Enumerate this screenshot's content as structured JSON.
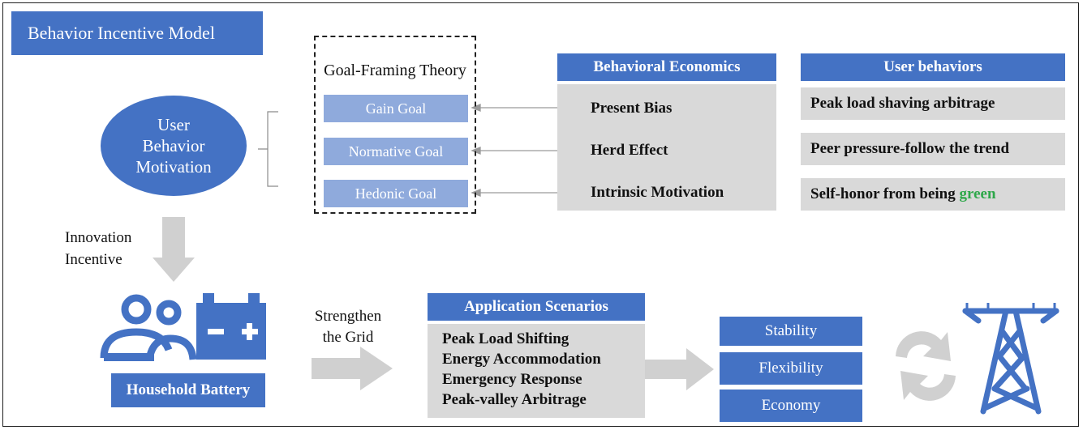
{
  "title": "Behavior Incentive Model",
  "goal_framing": {
    "title": "Goal-Framing Theory",
    "goals": [
      "Gain Goal",
      "Normative Goal",
      "Hedonic Goal"
    ]
  },
  "motivation": {
    "text": "User Behavior Motivation"
  },
  "behavioral_economics": {
    "header": "Behavioral Economics",
    "items": [
      "Present Bias",
      "Herd Effect",
      "Intrinsic Motivation"
    ]
  },
  "user_behaviors": {
    "header": "User behaviors",
    "items": [
      {
        "prefix": "Peak load shaving arbitrage",
        "highlight": ""
      },
      {
        "prefix": "Peer pressure-follow the trend",
        "highlight": ""
      },
      {
        "prefix": "Self-honor from being ",
        "highlight": "green"
      }
    ]
  },
  "innovation_incentive": {
    "line1": "Innovation",
    "line2": "Incentive"
  },
  "household_battery": {
    "label": "Household Battery"
  },
  "strengthen_grid": {
    "line1": "Strengthen",
    "line2": "the Grid"
  },
  "application_scenarios": {
    "header": "Application Scenarios",
    "items": [
      "Peak Load Shifting",
      "Energy Accommodation",
      "Emergency Response",
      "Peak-valley Arbitrage"
    ]
  },
  "benefits": [
    "Stability",
    "Flexibility",
    "Economy"
  ],
  "colors": {
    "blue": "#4472c4",
    "light_blue": "#8faadc",
    "grey": "#d9d9d9",
    "light_grey": "#d0d0d0",
    "green": "#2ea84a"
  },
  "icons": [
    "people-icon",
    "battery-icon",
    "refresh-icon",
    "transmission-tower-icon"
  ]
}
